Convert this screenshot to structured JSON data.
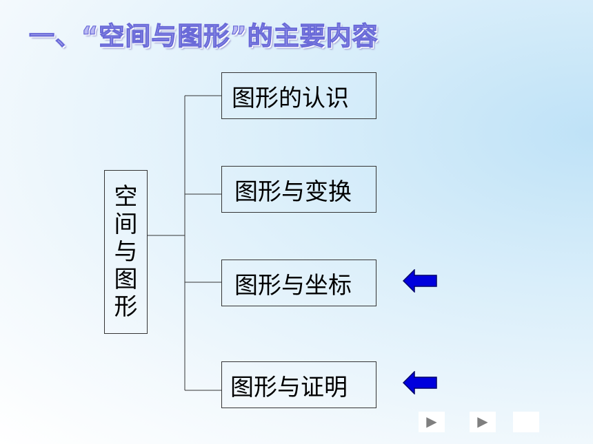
{
  "slide": {
    "title": "一、“空间与图形”的主要内容",
    "root_label": "空间与图形",
    "children": [
      {
        "label": "图形的认识",
        "highlighted": false
      },
      {
        "label": "图形与变换",
        "highlighted": false
      },
      {
        "label": "图形与坐标",
        "highlighted": true
      },
      {
        "label": "图形与证明",
        "highlighted": true
      }
    ],
    "arrow_icon": "left-arrow-icon",
    "arrow_color": "#0000dd"
  },
  "nav": {
    "play_icon": "▶",
    "next_icon": "▶",
    "end_icon": ""
  }
}
